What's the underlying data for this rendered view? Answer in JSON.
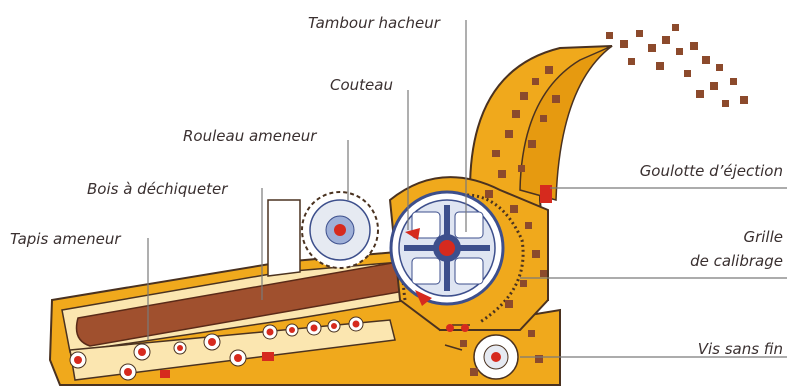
{
  "labels": {
    "tambour_hacheur": "Tambour hacheur",
    "couteau": "Couteau",
    "rouleau_ameneur": "Rouleau ameneur",
    "bois_a_dechiqueter": "Bois à déchiqueter",
    "tapis_ameneur": "Tapis ameneur",
    "goulotte_ejection": "Goulotte d’éjection",
    "grille_line1": "Grille",
    "grille_line2": "de calibrage",
    "vis_sans_fin": "Vis sans fin"
  },
  "colors": {
    "body_orange": "#f0a91c",
    "outline_dark": "#4a3220",
    "wood_brown": "#a0502e",
    "chip_brown": "#8c4a2c",
    "roller_red": "#d62a1e",
    "drum_blue": "#3d4f8c",
    "leader_gray": "#7a7a7a"
  },
  "icons": {
    "drum": "cutting-drum",
    "feed_roller": "toothed-roller",
    "conveyor": "conveyor-belt",
    "auger": "auger-screw"
  }
}
